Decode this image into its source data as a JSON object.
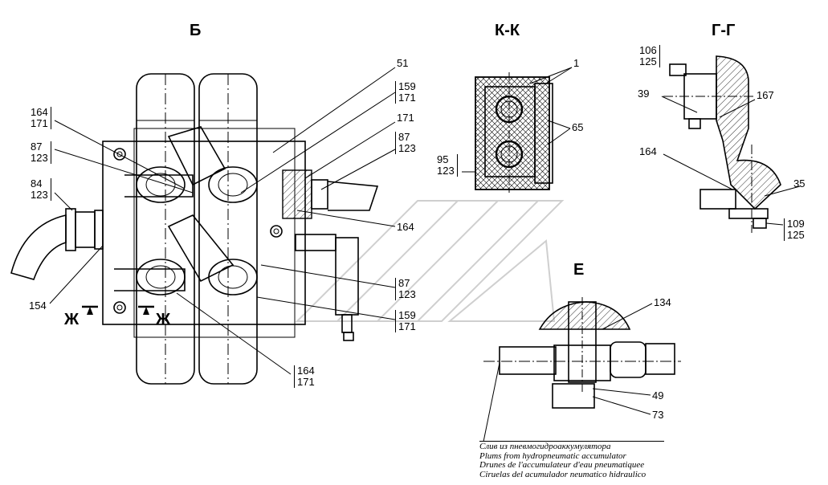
{
  "views": {
    "b": "Б",
    "kk": "К-К",
    "gg": "Г-Г",
    "e": "Е"
  },
  "section_marks": {
    "left": "Ж",
    "right": "Ж"
  },
  "callouts": {
    "c51": "51",
    "c159_171_top": [
      "159",
      "171"
    ],
    "c171_mid": "171",
    "c87_123_top_right": [
      "87",
      "123"
    ],
    "c164_171_left": [
      "164",
      "171"
    ],
    "c87_123_left": [
      "87",
      "123"
    ],
    "c84_123": [
      "84",
      "123"
    ],
    "c154": "154",
    "c164_mid": "164",
    "c87_123_bottom": [
      "87",
      "123"
    ],
    "c159_171_bottom": [
      "159",
      "171"
    ],
    "c164_171_bottom": [
      "164",
      "171"
    ],
    "c1": "1",
    "c65": "65",
    "c95_123": [
      "95",
      "123"
    ],
    "c106_125": [
      "106",
      "125"
    ],
    "c39": "39",
    "c167": "167",
    "c164_gg": "164",
    "c35": "35",
    "c109_125": [
      "109",
      "125"
    ],
    "c134": "134",
    "c49": "49",
    "c73": "73"
  },
  "caption": [
    "Слив из пневмогидроаккумулятора",
    "Plums from hydropneumatic accumulator",
    "Drunes de l'accumulateur d'eau pneumatiquee",
    "Ciruelas del acumulador neumatico hidraulico"
  ]
}
